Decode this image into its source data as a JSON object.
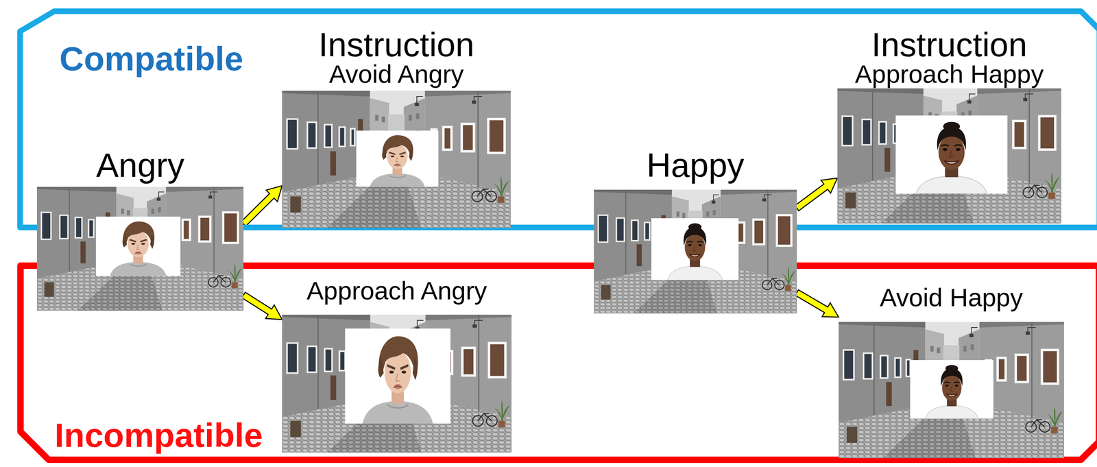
{
  "diagram": {
    "nodes": [
      {
        "text": [
          "Compatible"
        ]
      },
      {
        "text": [
          "Angry"
        ]
      },
      {
        "text": [
          "Instruction",
          "Avoid Angry"
        ],
        "in": 0
      },
      {
        "text": [
          "Happy"
        ]
      },
      {
        "text": [
          "Instruction",
          "Approach Happy"
        ],
        "in": 0
      },
      {
        "text": [
          "Incompatible"
        ]
      },
      {
        "text": [
          "Approach Angry"
        ],
        "in": 5
      },
      {
        "text": [
          "Avoid Happy"
        ],
        "in": 5
      }
    ],
    "edges": [
      {
        "from": 1,
        "to": 2,
        "arrow": "to"
      },
      {
        "from": 1,
        "to": 6,
        "arrow": "to"
      },
      {
        "from": 3,
        "to": 4,
        "arrow": "to"
      },
      {
        "from": 3,
        "to": 7,
        "arrow": "to"
      }
    ]
  }
}
